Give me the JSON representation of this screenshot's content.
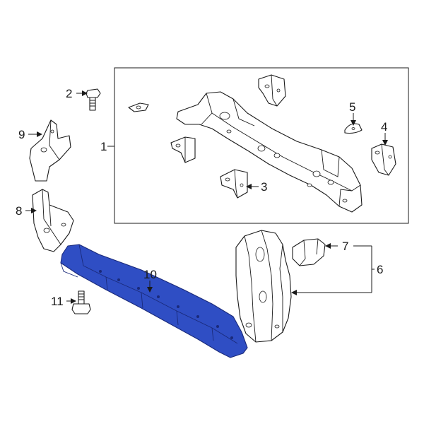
{
  "diagram": {
    "highlight_color": "#2f4ec4",
    "highlight_stroke": "#1a2a7a",
    "callouts": {
      "c1": "1",
      "c2": "2",
      "c3": "3",
      "c4": "4",
      "c5": "5",
      "c6": "6",
      "c7": "7",
      "c8": "8",
      "c9": "9",
      "c10": "10",
      "c11": "11"
    }
  }
}
